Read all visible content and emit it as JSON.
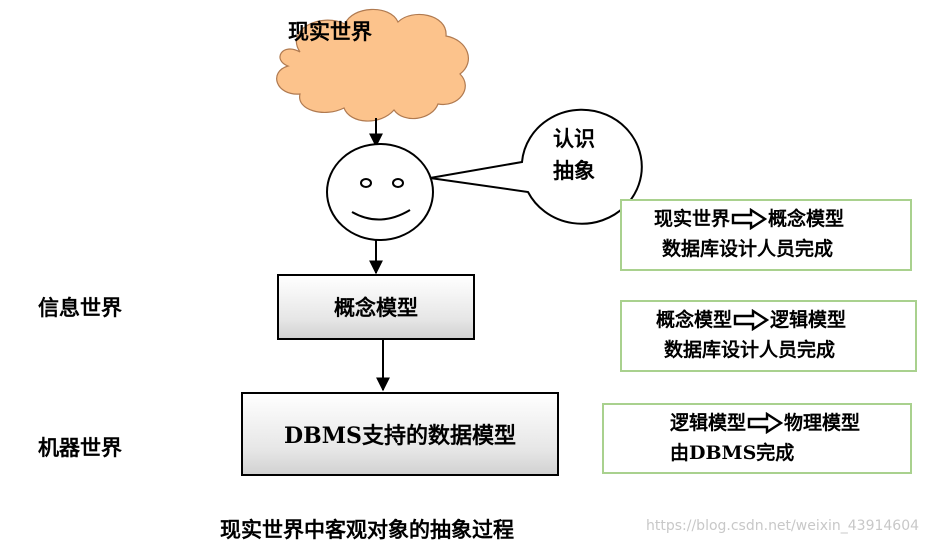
{
  "diagram": {
    "cloud_label": "现实世界",
    "bubble_line1": "认识",
    "bubble_line2": "抽象",
    "info_world_label": "信息世界",
    "machine_world_label": "机器世界",
    "concept_model_box": "概念模型",
    "dbms_model_box": "DBMS支持的数据模型",
    "notes": [
      {
        "from": "现实世界",
        "to": "概念模型",
        "line2": "数据库设计人员完成"
      },
      {
        "from": "概念模型",
        "to": "逻辑模型",
        "line2": "数据库设计人员完成"
      },
      {
        "from": "逻辑模型",
        "to": "物理模型",
        "line2": "由DBMS完成"
      }
    ],
    "caption": "现实世界中客观对象的抽象过程",
    "watermark": "https://blog.csdn.net/weixin_43914604",
    "colors": {
      "cloud_fill": "#fcc38c",
      "note_border": "#a9d18e",
      "box_gradient_end": "#d2d2d2"
    }
  }
}
